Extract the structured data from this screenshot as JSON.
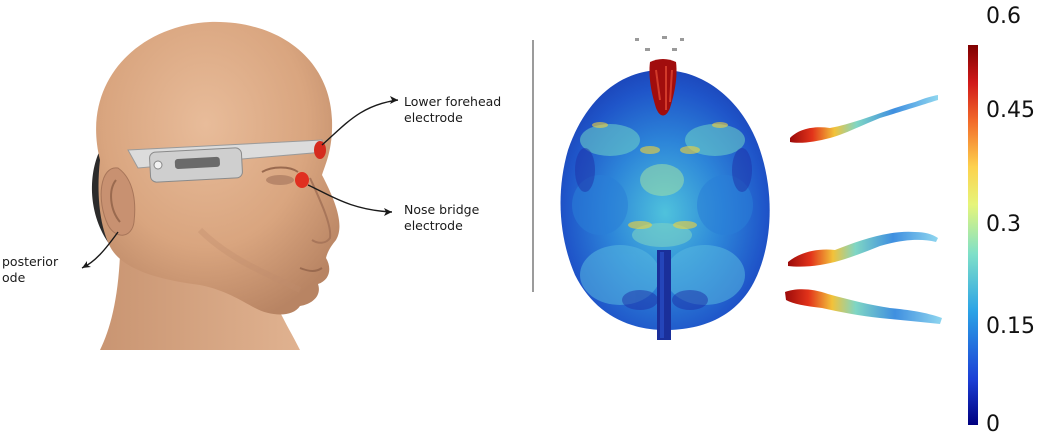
{
  "figure": {
    "left_panel": {
      "labels": {
        "lower_forehead": [
          "Lower forehead",
          "electrode"
        ],
        "nose_bridge": [
          "Nose bridge",
          "electrode"
        ],
        "posterior": [
          "posterior",
          "ode"
        ]
      }
    },
    "right_panel": {
      "colorbar": {
        "ticks": [
          "0.6",
          "0.45",
          "0.3",
          "0.15",
          "0"
        ],
        "colors": [
          "#7f0000",
          "#d7191c",
          "#fdae61",
          "#ffff66",
          "#7fe0b0",
          "#2bb5e6",
          "#1c4fd6",
          "#00007f"
        ]
      }
    }
  }
}
